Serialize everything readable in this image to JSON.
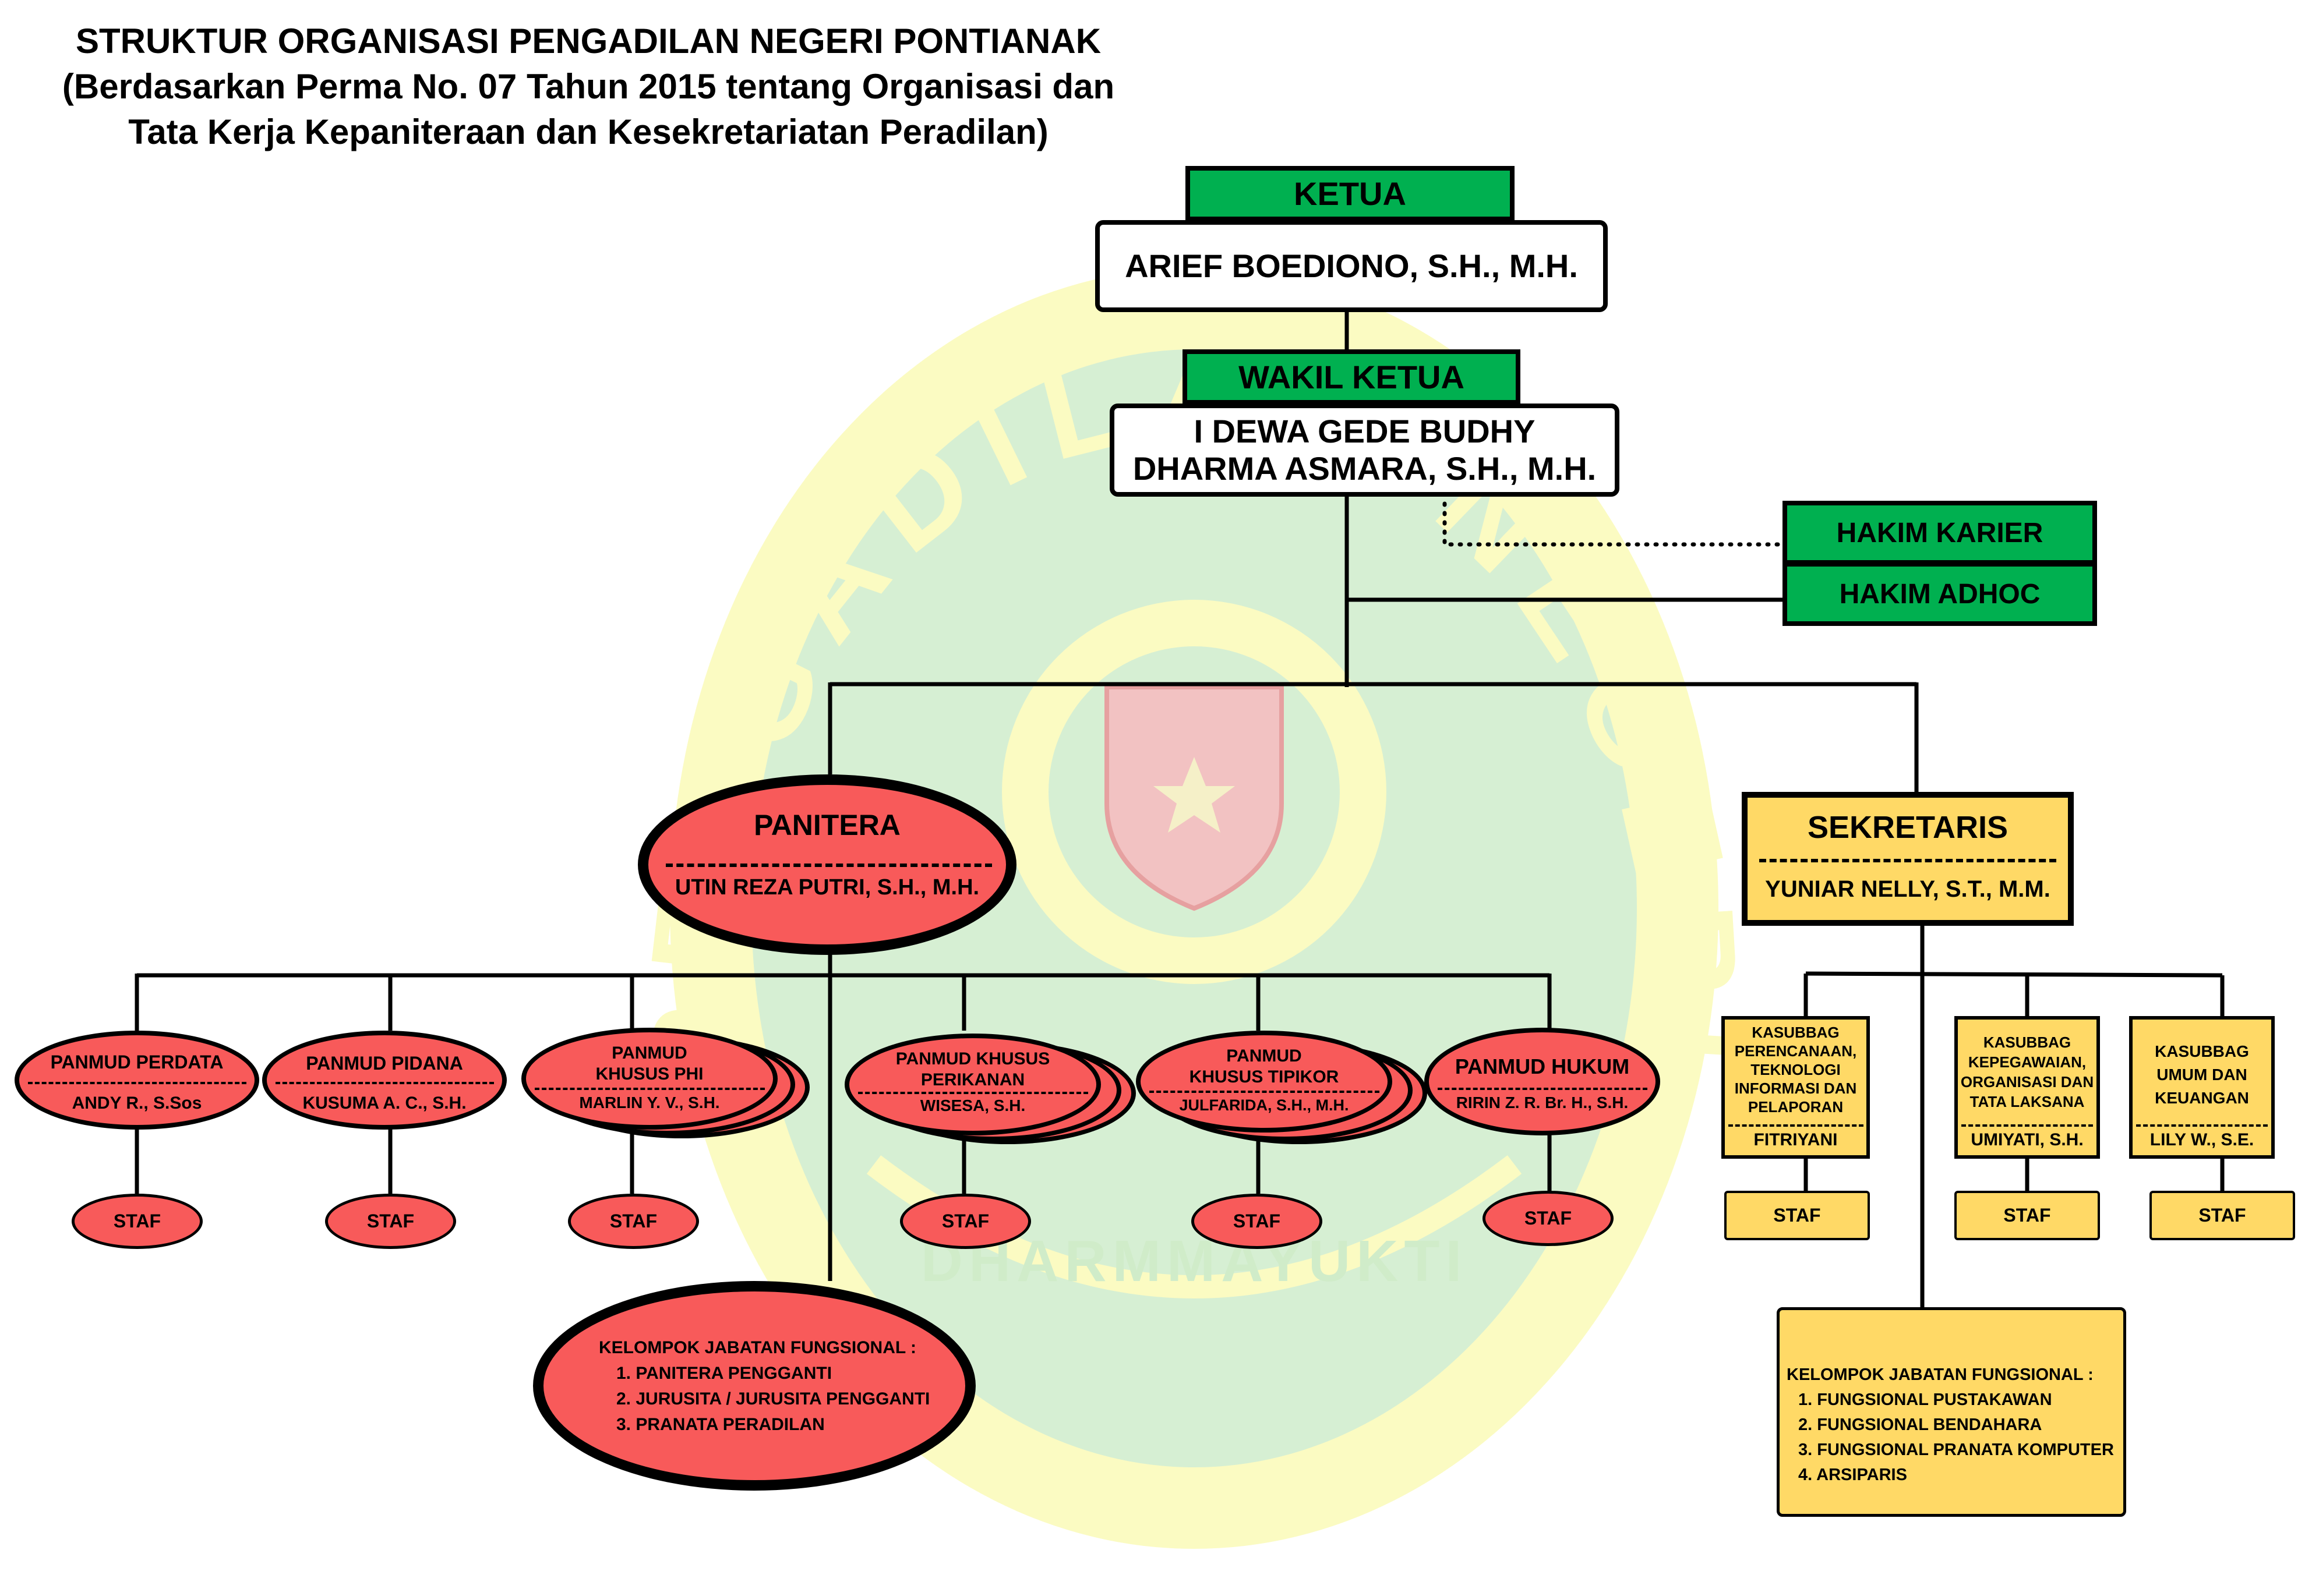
{
  "title": {
    "line1": "STRUKTUR ORGANISASI PENGADILAN NEGERI PONTIANAK",
    "line2": "(Berdasarkan Perma No. 07 Tahun 2015 tentang Organisasi dan",
    "line3": "Tata Kerja Kepaniteraan dan Kesekretariatan Peradilan)"
  },
  "watermark": {
    "arc_text": "PENGADILAN NEGERI PONTIANAK",
    "motto": "DHARMMAYUKTI"
  },
  "ketua": {
    "role": "KETUA",
    "name": "ARIEF BOEDIONO, S.H., M.H."
  },
  "wakil": {
    "role": "WAKIL KETUA",
    "name_line1": "I DEWA GEDE BUDHY",
    "name_line2": "DHARMA ASMARA, S.H., M.H."
  },
  "hakim": {
    "karier": "HAKIM KARIER",
    "adhoc": "HAKIM ADHOC"
  },
  "panitera": {
    "role": "PANITERA",
    "name": "UTIN REZA PUTRI, S.H., M.H."
  },
  "sekretaris": {
    "role": "SEKRETARIS",
    "name": "YUNIAR NELLY, S.T., M.M."
  },
  "panmud": [
    {
      "role": "PANMUD PERDATA",
      "name": "ANDY R., S.Sos",
      "staff": "STAF"
    },
    {
      "role": "PANMUD PIDANA",
      "name": "KUSUMA A. C., S.H.",
      "staff": "STAF"
    },
    {
      "role_line1": "PANMUD",
      "role_line2": "KHUSUS PHI",
      "name": "MARLIN Y. V., S.H.",
      "staff": "STAF"
    },
    {
      "role_line1": "PANMUD KHUSUS",
      "role_line2": "PERIKANAN",
      "name": "WISESA, S.H.",
      "staff": "STAF"
    },
    {
      "role_line1": "PANMUD",
      "role_line2": "KHUSUS TIPIKOR",
      "name": "JULFARIDA, S.H., M.H.",
      "staff": "STAF"
    },
    {
      "role": "PANMUD HUKUM",
      "name": "RIRIN Z. R. Br. H., S.H.",
      "staff": "STAF"
    }
  ],
  "kasubbag": [
    {
      "lines": [
        "KASUBBAG",
        "PERENCANAAN,",
        "TEKNOLOGI",
        "INFORMASI DAN",
        "PELAPORAN"
      ],
      "name": "FITRIYANI",
      "staff": "STAF"
    },
    {
      "lines": [
        "KASUBBAG",
        "KEPEGAWAIAN,",
        "ORGANISASI DAN",
        "TATA LAKSANA"
      ],
      "name": "UMIYATI, S.H.",
      "staff": "STAF"
    },
    {
      "lines": [
        "KASUBBAG",
        "UMUM DAN",
        "KEUANGAN"
      ],
      "name": "LILY W., S.E.",
      "staff": "STAF"
    }
  ],
  "fungsional_panitera": {
    "heading": "KELOMPOK JABATAN FUNGSIONAL :",
    "items": [
      "1. PANITERA PENGGANTI",
      "2. JURUSITA / JURUSITA PENGGANTI",
      "3. PRANATA PERADILAN"
    ]
  },
  "fungsional_sekretaris": {
    "heading": "KELOMPOK JABATAN FUNGSIONAL :",
    "items": [
      "1. FUNGSIONAL PUSTAKAWAN",
      "2. FUNGSIONAL BENDAHARA",
      "3. FUNGSIONAL PRANATA KOMPUTER",
      "4. ARSIPARIS"
    ]
  },
  "colors": {
    "green": "#00b050",
    "red_ellipse": "#f85a5a",
    "yellow": "#ffd966",
    "watermark_green": "#d6efd3",
    "watermark_yellow": "#fbfbc2"
  }
}
